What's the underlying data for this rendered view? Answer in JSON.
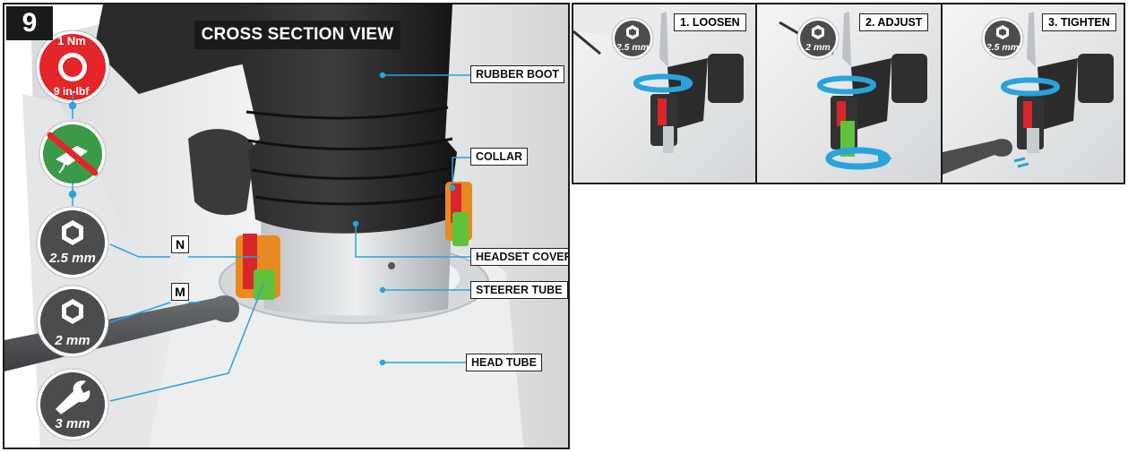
{
  "step_number": "9",
  "main_view": {
    "title": "CROSS SECTION VIEW",
    "callouts": {
      "rubber_boot": "RUBBER BOOT",
      "collar": "COLLAR",
      "headset_cover": "HEADSET COVER",
      "steerer_tube": "STEERER TUBE",
      "head_tube": "HEAD TUBE"
    },
    "markers": {
      "n": "N",
      "m": "M"
    }
  },
  "sidebar": {
    "torque": {
      "value": "1 Nm",
      "alt": "9 in-lbf",
      "icon": "torque-wrench-icon",
      "color": "#e3262a"
    },
    "no_grease_icon": "no-grease-icon",
    "tools": [
      {
        "icon": "hex-key-icon",
        "label": "2.5 mm"
      },
      {
        "icon": "hex-key-icon",
        "label": "2 mm"
      },
      {
        "icon": "open-wrench-icon",
        "label": "3 mm"
      }
    ]
  },
  "steps": [
    {
      "label": "1. LOOSEN",
      "tool": "2.5 mm"
    },
    {
      "label": "2. ADJUST",
      "tool": "2 mm"
    },
    {
      "label": "3. TIGHTEN",
      "tool": "2.5 mm"
    }
  ],
  "colors": {
    "accent_blue": "#29a3dc",
    "torque_red": "#e3262a",
    "grease_green": "#3a9a48",
    "dark": "#1a1a1a"
  }
}
